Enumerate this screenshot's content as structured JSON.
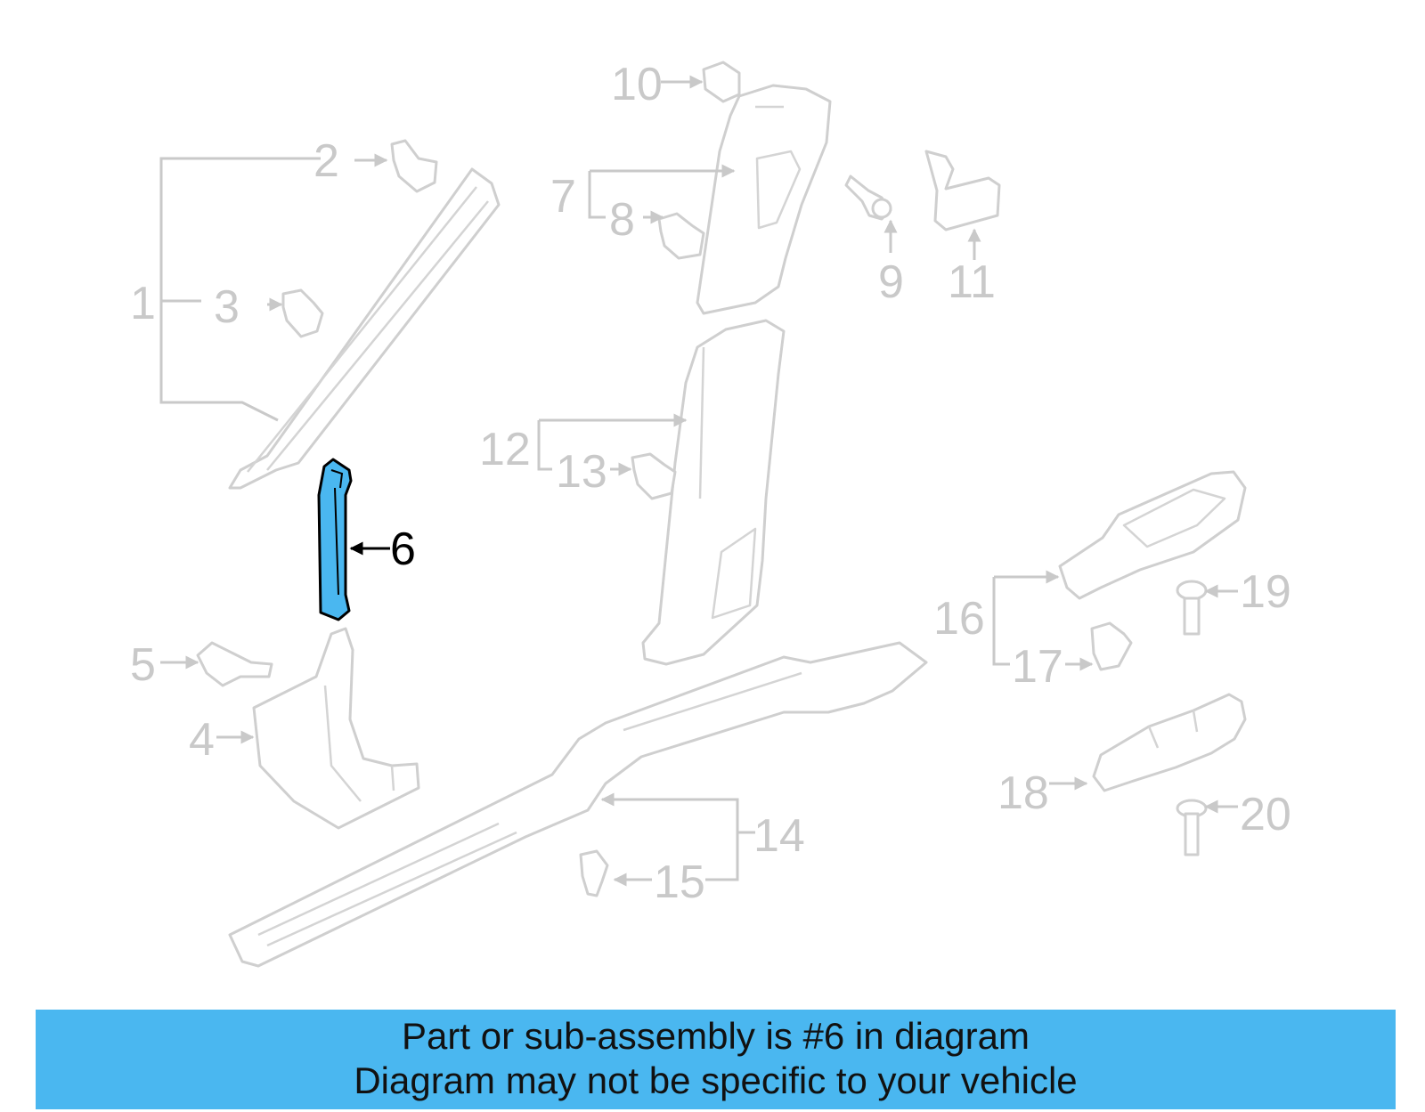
{
  "colors": {
    "highlight_fill": "#4ab7f0",
    "highlight_stroke": "#000000",
    "part_stroke": "#cfcfcf",
    "callout_text": "#c9c9c9",
    "banner_bg": "#4ab7f0"
  },
  "callouts": {
    "c1": "1",
    "c2": "2",
    "c3": "3",
    "c4": "4",
    "c5": "5",
    "c6": "6",
    "c7": "7",
    "c8": "8",
    "c9": "9",
    "c10": "10",
    "c11": "11",
    "c12": "12",
    "c13": "13",
    "c14": "14",
    "c15": "15",
    "c16": "16",
    "c17": "17",
    "c18": "18",
    "c19": "19",
    "c20": "20"
  },
  "highlighted_part": "6",
  "banner": {
    "line1": "Part or sub-assembly is #6 in diagram",
    "line2": "Diagram may not be specific to your vehicle"
  }
}
